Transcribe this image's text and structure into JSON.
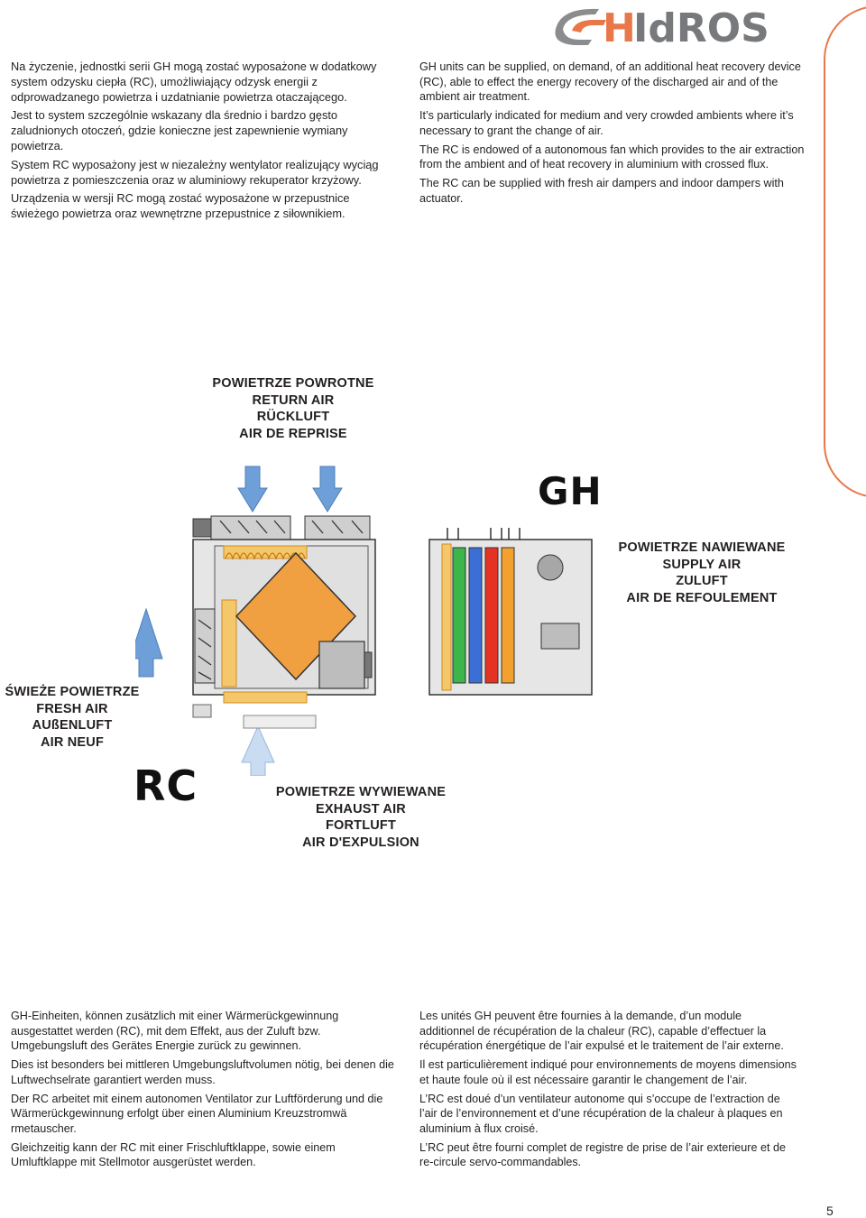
{
  "brand": {
    "logo_text": "GHIdROS",
    "accent_color": "#e8784a"
  },
  "text": {
    "pl": [
      "Na życzenie, jednostki serii GH mogą zostać wyposażone w dodatkowy system odzysku ciepła (RC), umożliwiający odzysk energii z odprowadzanego powietrza i uzdatnianie powietrza otaczającego.",
      "Jest to system szczególnie wskazany dla średnio i bardzo gęsto zaludnionych otoczeń, gdzie konieczne jest zapewnienie wymiany powietrza.",
      "System RC wyposażony jest w niezależny wentylator realizujący wyciąg powietrza z pomieszczenia oraz w aluminiowy rekuperator krzyżowy.",
      "Urządzenia w wersji RC mogą zostać wyposażone w przepustnice świeżego powietrza oraz wewnętrzne przepustnice z siłownikiem."
    ],
    "en": [
      "GH units can be supplied, on demand, of an additional heat recovery device (RC), able to effect the energy recovery of the discharged air and of the ambient air treatment.",
      "It’s particularly indicated for medium and very crowded ambients where it’s necessary to grant the change of air.",
      "The RC is endowed of a autonomous fan which provides to the air extraction from the ambient and of heat recovery in aluminium with crossed flux.",
      "The RC can be supplied with fresh air dampers and indoor dampers with actuator."
    ],
    "de": [
      "GH-Einheiten, können zusätzlich mit einer Wärmerückgewinnung ausgestattet werden (RC), mit dem Effekt, aus der  Zuluft bzw. Umgebungsluft des Gerätes Energie zurück zu gewinnen.",
      "Dies ist besonders bei mittleren Umgebungsluftvolumen nötig, bei denen die Luftwechselrate garantiert werden muss.",
      "Der RC arbeitet mit einem autonomen Ventilator zur Luftförderung und die Wärmerückgewinnung erfolgt über einen Aluminium Kreuzstromwä rmetauscher.",
      "Gleichzeitig kann der RC mit einer Frischluftklappe, sowie einem Umluftklappe mit Stellmotor ausgerüstet werden."
    ],
    "fr": [
      "Les unités GH peuvent être fournies à la demande, d’un module additionnel de récupération de la chaleur (RC), capable d’effectuer la récupération énergétique de l’air expulsé et le traitement de l’air externe.",
      "Il est particulièrement indiqué pour environnements de moyens dimensions et haute foule où il est nécessaire garantir le changement de l’air.",
      "L’RC est doué d’un ventilateur autonome qui s’occupe de l’extraction de l’air de l’environnement et d’une récupération de la chaleur à plaques en aluminium à flux croisé.",
      "L’RC peut être fourni complet de registre de prise de l’air exterieure et de re-circule servo-commandables."
    ]
  },
  "diagram": {
    "return_air": [
      "POWIETRZE POWROTNE",
      "RETURN AIR",
      "RÜCKLUFT",
      "AIR DE REPRISE"
    ],
    "supply_air": [
      "POWIETRZE NAWIEWANE",
      "SUPPLY AIR",
      "ZULUFT",
      "AIR DE REFOULEMENT"
    ],
    "fresh_air": [
      "ŚWIEŻE POWIETRZE",
      "FRESH AIR",
      "AUßENLUFT",
      "AIR NEUF"
    ],
    "exhaust_air": [
      "POWIETRZE WYWIEWANE",
      "EXHAUST AIR",
      "FORTLUFT",
      "AIR D'EXPULSION"
    ],
    "unit_gh": "GH",
    "unit_rc": "RC",
    "colors": {
      "arrow": "#6f9fd8",
      "arrow_light": "#c9dcf2",
      "recuperator": "#f0a040",
      "coil_green": "#3cb54a",
      "coil_blue": "#3b6fd6",
      "coil_red": "#e53323",
      "coil_orange": "#f2a12e"
    }
  },
  "page_number": "5"
}
